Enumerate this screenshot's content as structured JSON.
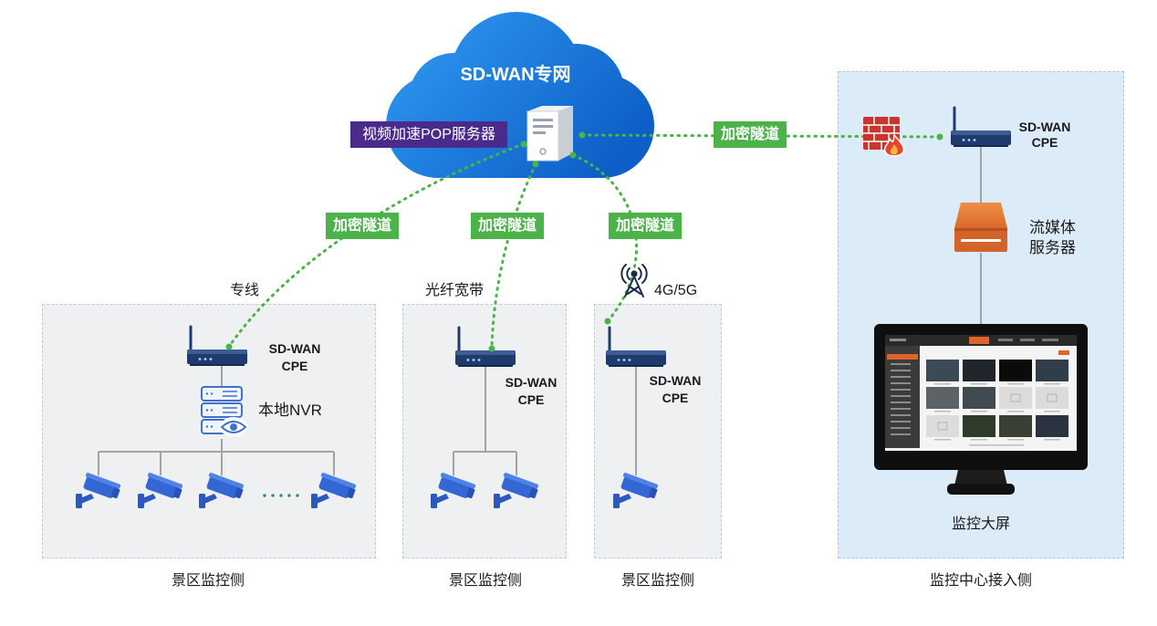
{
  "network": {
    "cloud_title": "SD-WAN专网",
    "pop_server_label": "视频加速POP服务器",
    "tunnel_labels": [
      "加密隧道",
      "加密隧道",
      "加密隧道",
      "加密隧道"
    ]
  },
  "scenic_sites": [
    {
      "access_type": "专线",
      "cpe_label": [
        "SD-WAN",
        "CPE"
      ],
      "nvr_label": "本地NVR",
      "footer": "景区监控侧"
    },
    {
      "access_type": "光纤宽带",
      "cpe_label": [
        "SD-WAN",
        "CPE"
      ],
      "footer": "景区监控侧"
    },
    {
      "access_type": "4G/5G",
      "cpe_label": [
        "SD-WAN",
        "CPE"
      ],
      "footer": "景区监控侧"
    }
  ],
  "monitoring_center": {
    "cpe_label": [
      "SD-WAN",
      "CPE"
    ],
    "media_server_label": [
      "流媒体",
      "服务器"
    ],
    "screen_label": "监控大屏",
    "footer": "监控中心接入侧"
  },
  "icons": [
    "cloud-icon",
    "pop-server-icon",
    "router-icon",
    "nvr-icon",
    "camera-icon",
    "cell-tower-icon",
    "firewall-icon",
    "media-server-icon",
    "monitor-icon"
  ],
  "colors": {
    "tunnel_green": "#4bb34a",
    "pop_label_purple": "#4a2b8c",
    "cloud_blue": "#0d5ec6",
    "site_panel_bg": "#eef0f1",
    "center_panel_bg": "#dcebf8",
    "router_navy": "#1f3b6e",
    "camera_blue": "#3466d4",
    "media_server_orange": "#d2642a",
    "firewall_red": "#c9352d"
  }
}
